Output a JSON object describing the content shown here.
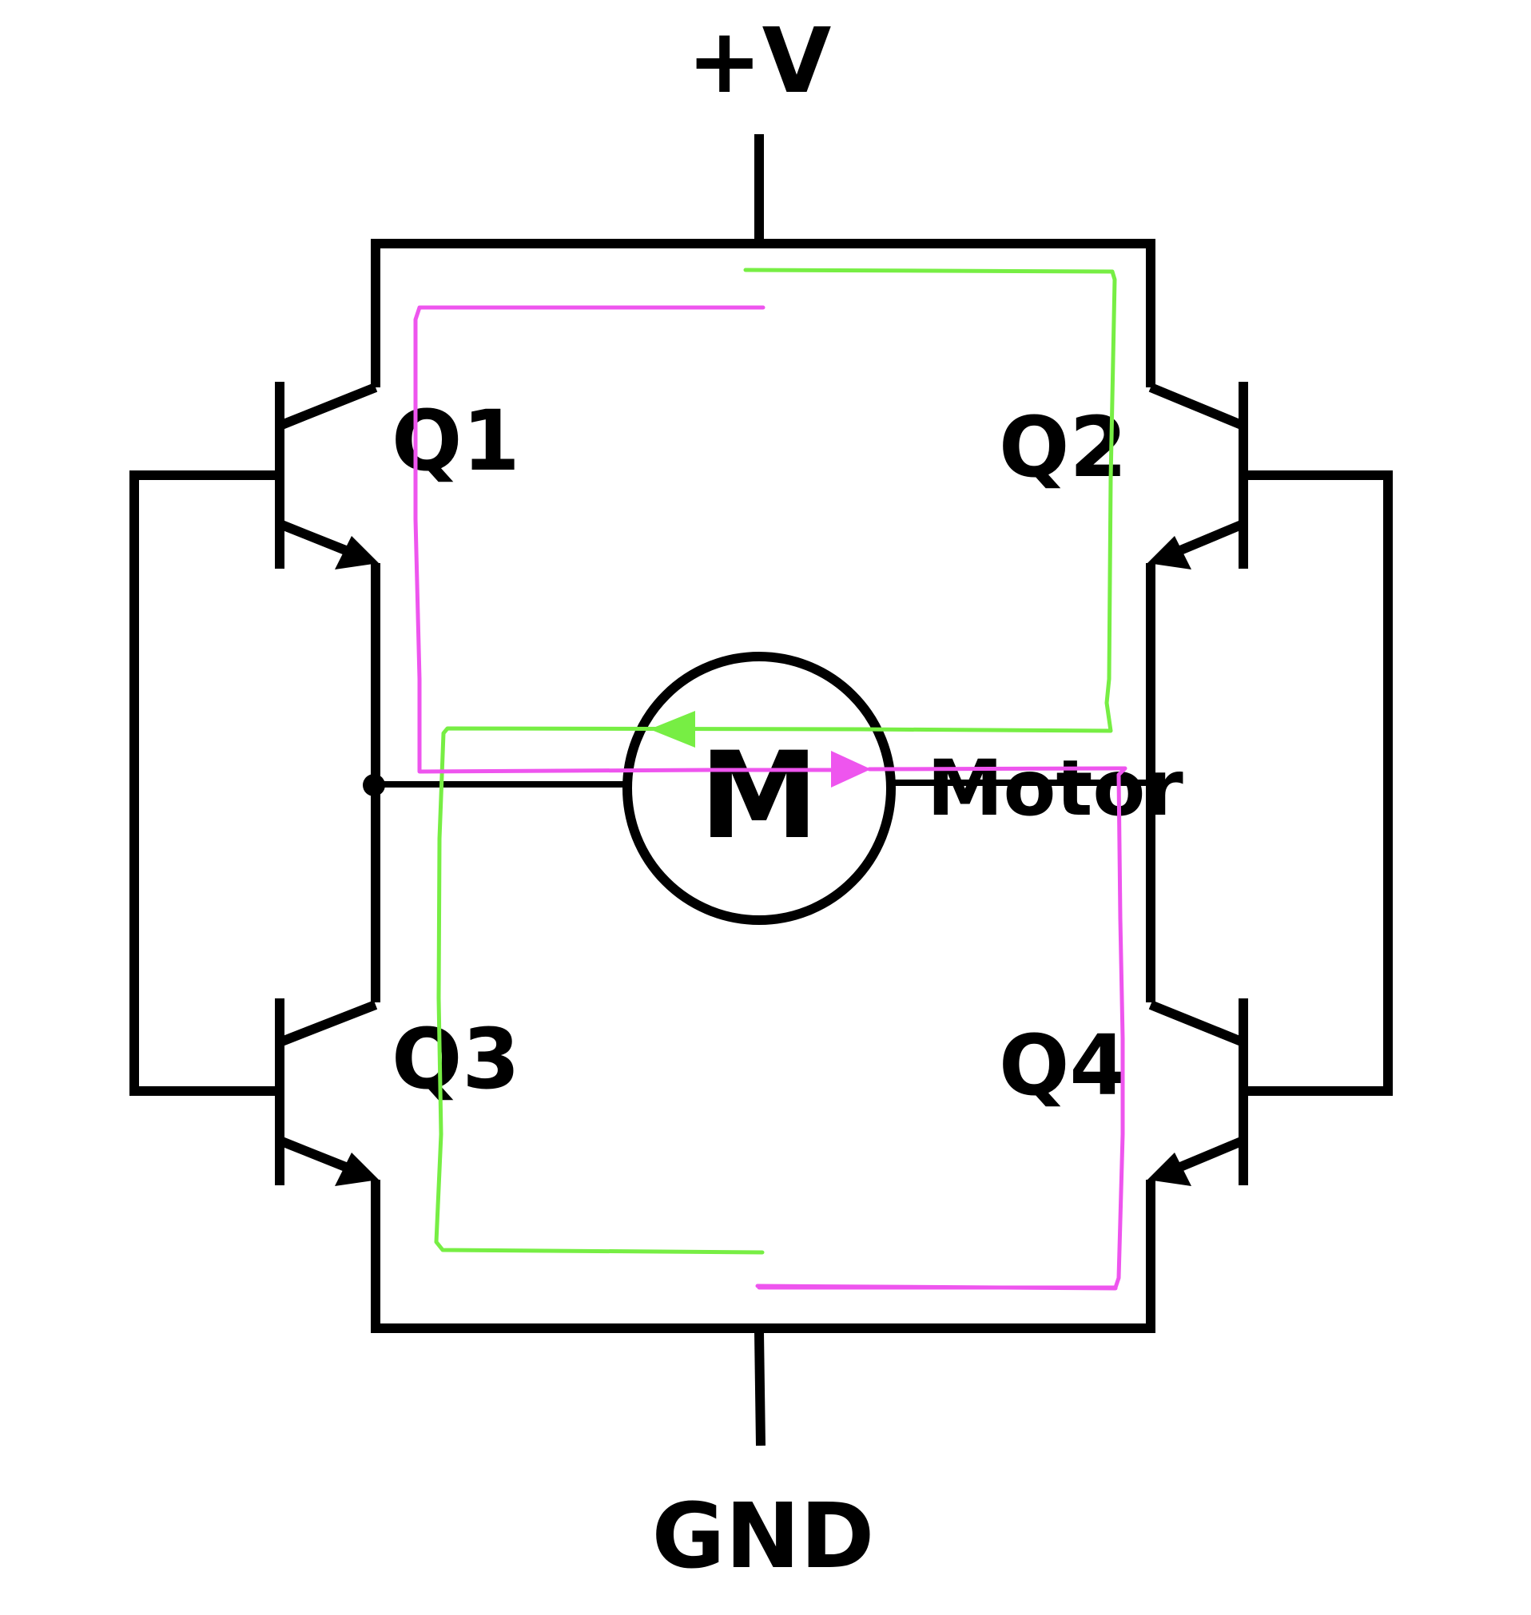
{
  "labels": {
    "supply": "+V",
    "ground": "GND",
    "q1": "Q1",
    "q2": "Q2",
    "q3": "Q3",
    "q4": "Q4",
    "motor_symbol": "M",
    "motor": "Motor"
  },
  "colors": {
    "wire": "#000000",
    "background": "#ffffff",
    "path_green": "#77ee44",
    "path_magenta": "#ee55ee"
  },
  "icons": {
    "motor": "motor-icon",
    "transistor": "npn-transistor-icon",
    "junction": "junction-dot-icon",
    "arrow_left": "arrow-left-icon",
    "arrow_right": "arrow-right-icon"
  }
}
